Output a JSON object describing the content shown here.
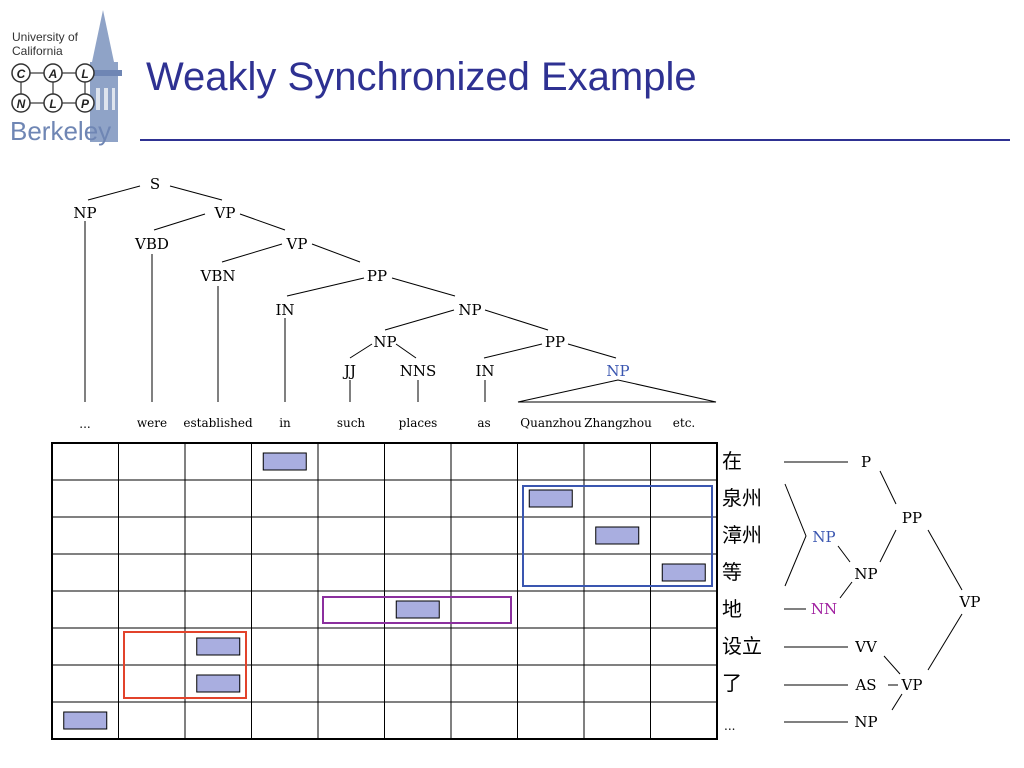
{
  "header": {
    "title": "Weakly Synchronized Example",
    "logo": {
      "line1": "University of",
      "line2": "California",
      "circles": [
        "C",
        "A",
        "L",
        "N",
        "L",
        "P"
      ],
      "name": "Berkeley"
    }
  },
  "english_words": [
    "...",
    "were",
    "established",
    "in",
    "such",
    "places",
    "as",
    "Quanzhou",
    "Zhangzhou",
    "etc."
  ],
  "english_tree": {
    "S": "S",
    "NP1": "NP",
    "VP1": "VP",
    "VBD": "VBD",
    "VP2": "VP",
    "VBN": "VBN",
    "PP1": "PP",
    "IN1": "IN",
    "NP2": "NP",
    "NP3": "NP",
    "PP2": "PP",
    "JJ": "JJ",
    "NNS": "NNS",
    "IN2": "IN",
    "NP4": "NP"
  },
  "chinese_words": [
    "在",
    "泉州",
    "漳州",
    "等",
    "地",
    "设立",
    "了",
    "..."
  ],
  "chinese_tree": {
    "P": "P",
    "PP": "PP",
    "NP_blue": "NP",
    "NP": "NP",
    "NN": "NN",
    "VP": "VP",
    "VV": "VV",
    "AS": "AS",
    "VP2": "VP",
    "NP_last": "NP"
  },
  "alignment_cells": [
    {
      "row": 0,
      "col": 3
    },
    {
      "row": 1,
      "col": 7
    },
    {
      "row": 2,
      "col": 8
    },
    {
      "row": 3,
      "col": 9
    },
    {
      "row": 4,
      "col": 5
    },
    {
      "row": 5,
      "col": 2
    },
    {
      "row": 6,
      "col": 2
    },
    {
      "row": 7,
      "col": 0
    }
  ],
  "colors": {
    "title": "#2e3192",
    "cell": "#a9aee0",
    "blue_box": "#3a56b0",
    "purple_box": "#8b2f9e",
    "red_box": "#e2432b",
    "blue_label": "#3a56b0",
    "purple_label": "#a020a0",
    "title_rule": "#2e3192"
  }
}
